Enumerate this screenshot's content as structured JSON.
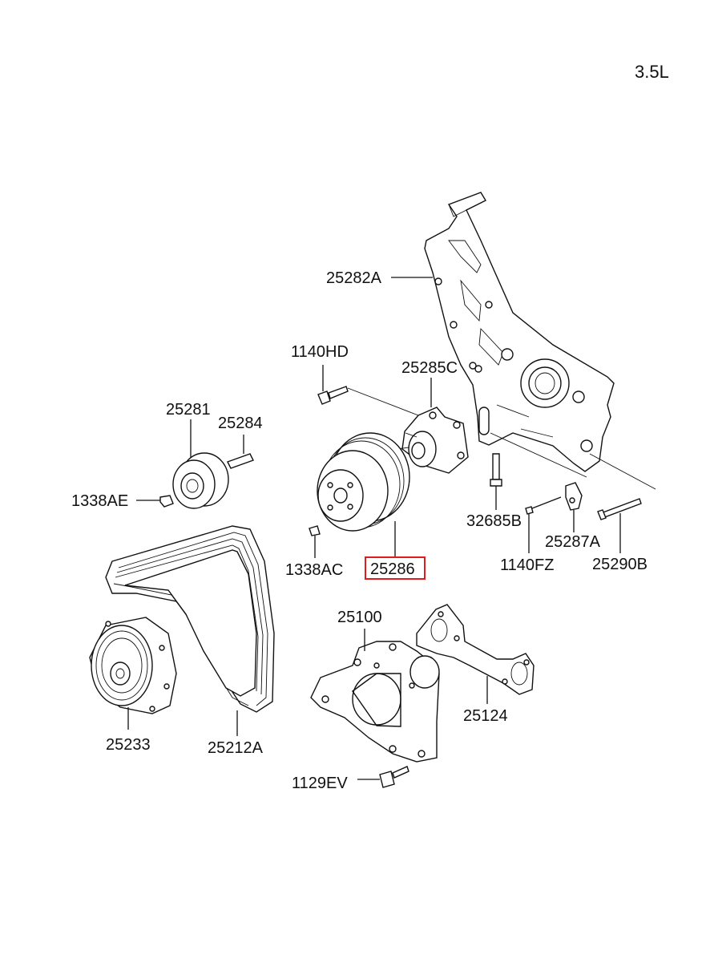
{
  "engine": "3.5L",
  "highlight_color": "#e01b1b",
  "labels": {
    "p25282A": "25282A",
    "p1140HD": "1140HD",
    "p25285C": "25285C",
    "p25281": "25281",
    "p25284": "25284",
    "p1338AE": "1338AE",
    "p1338AC": "1338AC",
    "p25286": "25286",
    "p32685B": "32685B",
    "p25287A": "25287A",
    "p1140FZ": "1140FZ",
    "p25290B": "25290B",
    "p25100": "25100",
    "p25124": "25124",
    "p25233": "25233",
    "p25212A": "25212A",
    "p1129EV": "1129EV"
  },
  "highlighted_part": "25286"
}
